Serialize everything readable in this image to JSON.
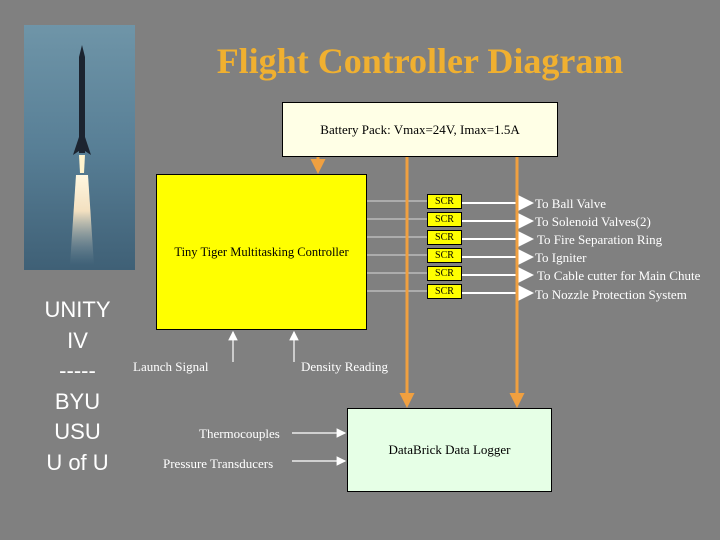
{
  "title": "Flight Controller Diagram",
  "sidebar": {
    "lines": [
      "UNITY",
      "IV",
      "-----",
      "BYU",
      "USU",
      "U of U"
    ]
  },
  "battery": {
    "label": "Battery Pack: Vmax=24V, Imax=1.5A"
  },
  "controller": {
    "label": "Tiny Tiger Multitasking Controller"
  },
  "logger": {
    "label": "DataBrick Data Logger"
  },
  "scr_label": "SCR",
  "outputs": [
    "To Ball Valve",
    "To Solenoid Valves(2)",
    "To Fire Separation Ring",
    "To Igniter",
    "To Cable cutter for Main Chute",
    "To Nozzle Protection System"
  ],
  "inputs": {
    "launch_signal": "Launch Signal",
    "density_reading": "Density Reading",
    "thermocouples": "Thermocouples",
    "pressure_transducers": "Pressure Transducers"
  },
  "colors": {
    "title": "#f0b030",
    "power_line": "#f0a040",
    "box_yellow": "#ffff00",
    "background": "#808080"
  }
}
